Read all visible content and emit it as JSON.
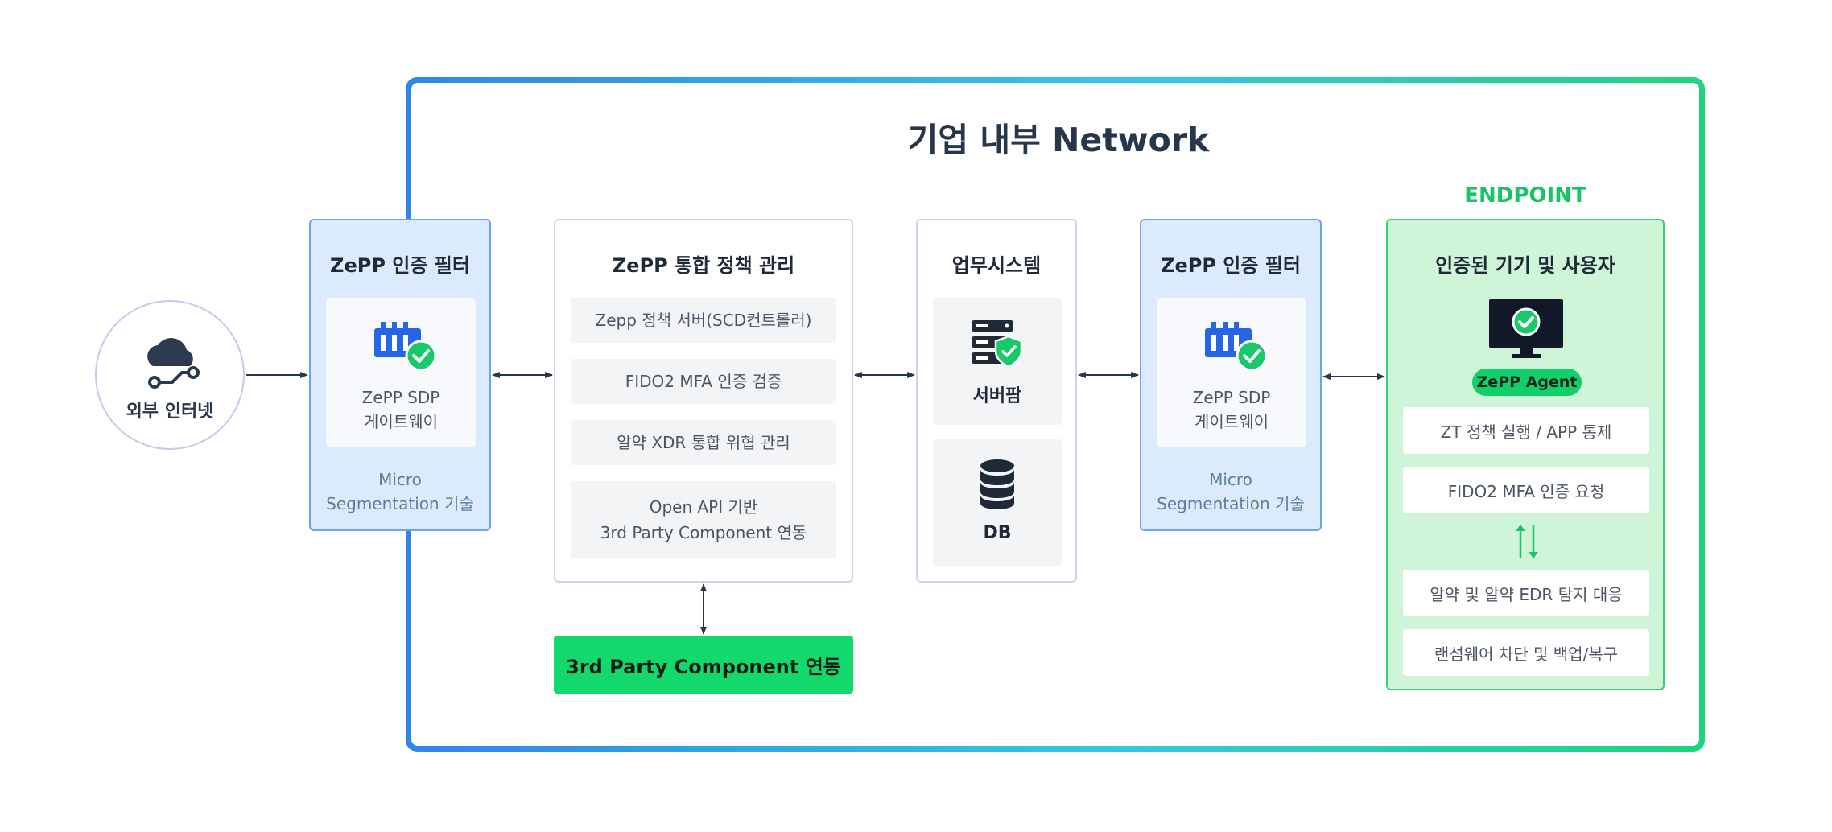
{
  "network": {
    "title": "기업 내부 Network"
  },
  "internet": {
    "label": "외부 인터넷"
  },
  "filter_left": {
    "title": "ZePP 인증 필터",
    "card_line1": "ZePP SDP",
    "card_line2": "게이트웨이",
    "footer_line1": "Micro",
    "footer_line2": "Segmentation 기술"
  },
  "policy": {
    "title": "ZePP 통합 정책 관리",
    "items": [
      "Zepp 정책 서버(SCD컨트롤러)",
      "FIDO2 MFA 인증 검증",
      "알약 XDR 통합 위협 관리"
    ],
    "api_line1": "Open API 기반",
    "api_line2": "3rd Party Component 연동"
  },
  "business": {
    "title": "업무시스템",
    "server_label": "서버팜",
    "db_label": "DB"
  },
  "filter_right": {
    "title": "ZePP 인증 필터",
    "card_line1": "ZePP SDP",
    "card_line2": "게이트웨이",
    "footer_line1": "Micro",
    "footer_line2": "Segmentation 기술"
  },
  "endpoint": {
    "label": "ENDPOINT",
    "title": "인증된 기기 및 사용자",
    "agent": "ZePP Agent",
    "items": [
      "ZT 정책 실행 / APP 통제",
      "FIDO2 MFA 인증 요청",
      "알약 및 알약 EDR 탐지 대응",
      "랜섬웨어 차단 및 백업/복구"
    ]
  },
  "third_party": {
    "label": "3rd Party Component 연동"
  },
  "colors": {
    "blue_accent": "#2f86e6",
    "green_accent": "#1fd47b",
    "filter_fill": "#dbeafc",
    "endpoint_fill": "#cef5d8"
  },
  "icons": {
    "internet": "cloud-network-icon",
    "gateway": "gateway-check-icon",
    "server": "server-shield-icon",
    "db": "database-icon",
    "monitor": "monitor-check-icon",
    "sync": "sync-arrows-icon"
  }
}
